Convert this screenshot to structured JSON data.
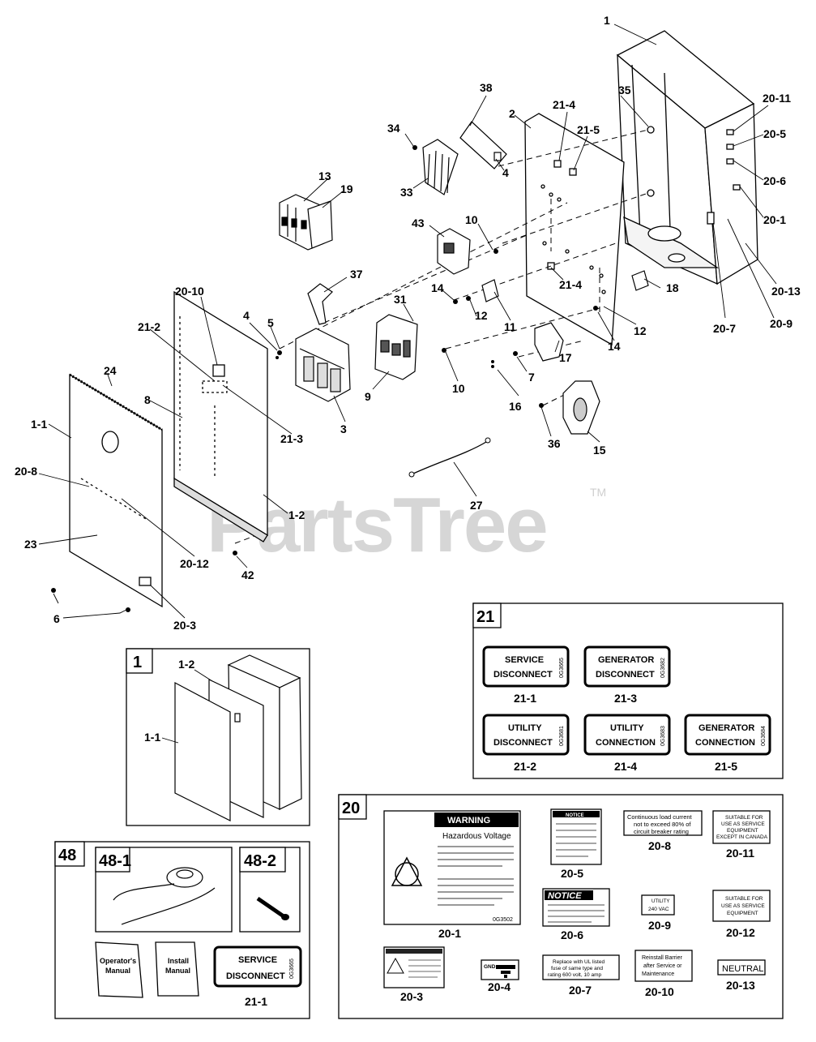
{
  "watermark": {
    "text": "PartsTree",
    "mark": "TM"
  },
  "callouts": {
    "c1": "1",
    "c35": "35",
    "c2011": "20-11",
    "c205": "20-5",
    "c206": "20-6",
    "c201": "20-1",
    "c2013": "20-13",
    "c209": "20-9",
    "c207": "20-7",
    "c38": "38",
    "c214a": "21-4",
    "c215": "21-5",
    "c2": "2",
    "c34": "34",
    "c4a": "4",
    "c33": "33",
    "c13": "13",
    "c19": "19",
    "c43": "43",
    "c10a": "10",
    "c214b": "21-4",
    "c18": "18",
    "c37": "37",
    "c14a": "14",
    "c12a": "12",
    "c11": "11",
    "c31": "31",
    "c12b": "12",
    "c14b": "14",
    "c2010": "20-10",
    "c4b": "4",
    "c5": "5",
    "c212": "21-2",
    "c17": "17",
    "c7": "7",
    "c10b": "10",
    "c9": "9",
    "c16": "16",
    "c24": "24",
    "c8": "8",
    "c213": "21-3",
    "c3": "3",
    "c36": "36",
    "c15": "15",
    "c11x": "1-1",
    "c208": "20-8",
    "c27": "27",
    "c12x": "1-2",
    "c23": "23",
    "c2012": "20-12",
    "c42": "42",
    "c6": "6",
    "c203": "20-3"
  },
  "box1": {
    "num": "1",
    "l12": "1-2",
    "l11": "1-1"
  },
  "box48": {
    "num": "48",
    "s1": "48-1",
    "s2": "48-2",
    "manual1": "Operator's\nManual",
    "manual2": "Install\nManual",
    "sd_line1": "SERVICE",
    "sd_line2": "DISCONNECT",
    "code": "0G3665",
    "cap": "21-1"
  },
  "box21": {
    "num": "21",
    "labels": [
      {
        "l1": "SERVICE",
        "l2": "DISCONNECT",
        "code": "0G3665",
        "cap": "21-1"
      },
      {
        "l1": "GENERATOR",
        "l2": "DISCONNECT",
        "code": "0G3682",
        "cap": "21-3"
      },
      {
        "l1": "UTILITY",
        "l2": "DISCONNECT",
        "code": "0G3681",
        "cap": "21-2"
      },
      {
        "l1": "UTILITY",
        "l2": "CONNECTION",
        "code": "0G3683",
        "cap": "21-4"
      },
      {
        "l1": "GENERATOR",
        "l2": "CONNECTION",
        "code": "0G3684",
        "cap": "21-5"
      }
    ]
  },
  "box20": {
    "num": "20",
    "warning": "WARNING",
    "hazard": "Hazardous Voltage",
    "code201": "0G3502",
    "notice1": "NOTICE",
    "notice2": "NOTICE",
    "l208a": "Continuous load current",
    "l208b": "not to exceed 80% of",
    "l208c": "circuit breaker rating",
    "l2011a": "SUITABLE FOR",
    "l2011b": "USE AS SERVICE",
    "l2011c": "EQUIPMENT",
    "l2011d": "EXCEPT IN CANADA",
    "l209a": "UTILITY",
    "l209b": "240 VAC",
    "l2012a": "SUITABLE FOR",
    "l2012b": "USE AS SERVICE",
    "l2012c": "EQUIPMENT",
    "l204": "GND",
    "l207a": "Replace with UL listed",
    "l207b": "fuse of same type and",
    "l207c": "rating 600 volt, 10 amp",
    "l2010a": "Reinstall Barrier",
    "l2010b": "after Service or",
    "l2010c": "Maintenance",
    "l2013": "NEUTRAL",
    "caps": {
      "c201": "20-1",
      "c205": "20-5",
      "c206": "20-6",
      "c208": "20-8",
      "c209": "20-9",
      "c2011": "20-11",
      "c2012": "20-12",
      "c203": "20-3",
      "c204": "20-4",
      "c207": "20-7",
      "c2010": "20-10",
      "c2013": "20-13"
    }
  }
}
